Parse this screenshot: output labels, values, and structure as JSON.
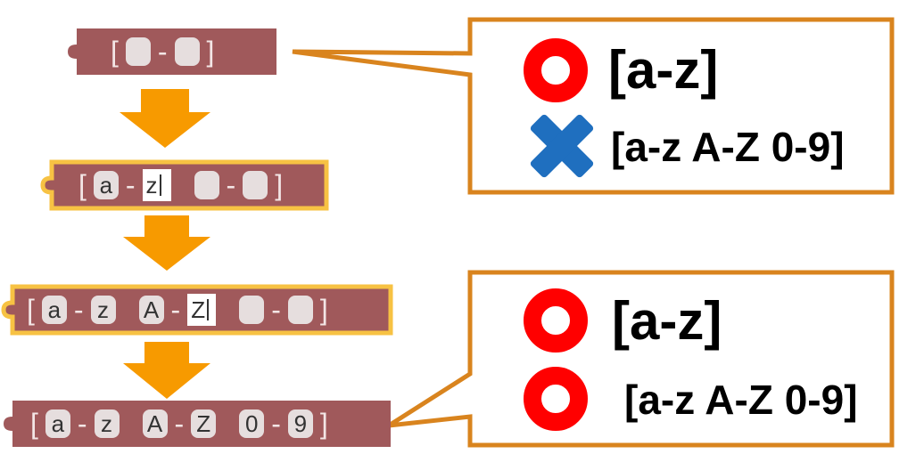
{
  "colors": {
    "block_fill": "#a0595b",
    "block_border_selected": "#f7c243",
    "slot_fill": "#e6dede",
    "arrow_fill": "#f79a00",
    "callout_border": "#d9841e",
    "circle_ok": "#ff0000",
    "cross_ng": "#1f6fbf"
  },
  "blocks": [
    {
      "open": "[",
      "close": "]",
      "dash": "-",
      "slots": [
        "",
        ""
      ]
    },
    {
      "open": "[",
      "close": "]",
      "dash": "-",
      "slots": [
        "a",
        "z",
        "",
        ""
      ]
    },
    {
      "open": "[",
      "close": "]",
      "dash": "-",
      "slots": [
        "a",
        "z",
        "A",
        "Z",
        "",
        ""
      ]
    },
    {
      "open": "[",
      "close": "]",
      "dash": "-",
      "slots": [
        "a",
        "z",
        "A",
        "Z",
        "0",
        "9"
      ]
    }
  ],
  "callout_top": {
    "line1": "[a-z]",
    "line1_mark": "circle-icon",
    "line2": "[a-z A-Z 0-9]",
    "line2_mark": "cross-icon"
  },
  "callout_bottom": {
    "line1": "[a-z]",
    "line1_mark": "circle-icon",
    "line2": "[a-z A-Z 0-9]",
    "line2_mark": "circle-icon"
  }
}
